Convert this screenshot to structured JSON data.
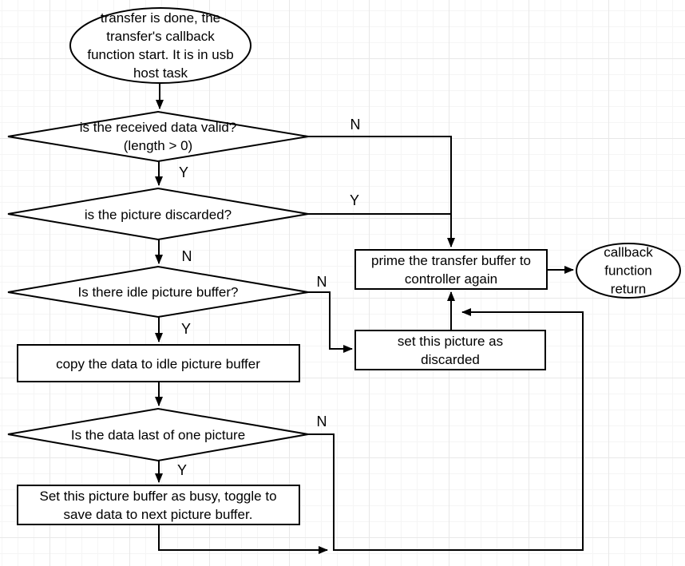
{
  "diagram": {
    "title": "usb transfer callback flowchart",
    "colors": {
      "stroke": "#000000",
      "node_fill": "#ffffff",
      "background": "#ffffff",
      "grid_minor": "#f5f5f5",
      "grid_major": "#e8e8e8"
    },
    "nodes": {
      "start": {
        "shape": "ellipse",
        "text": "transfer is done, the\ntransfer's callback\nfunction start. It is in usb\nhost task"
      },
      "check_valid": {
        "shape": "diamond",
        "text": "is the received data valid?\n(length > 0)"
      },
      "check_discarded": {
        "shape": "diamond",
        "text": "is the picture discarded?"
      },
      "check_idle_buffer": {
        "shape": "diamond",
        "text": "Is there idle picture buffer?"
      },
      "copy_data": {
        "shape": "rect",
        "text": "copy the data to idle picture buffer"
      },
      "check_last_data": {
        "shape": "diamond",
        "text": "Is the data last of one picture"
      },
      "set_busy": {
        "shape": "rect",
        "text": "Set this picture buffer as busy, toggle to\nsave data to next picture buffer."
      },
      "prime_transfer": {
        "shape": "rect",
        "text": "prime the transfer buffer to\ncontroller again"
      },
      "set_discarded": {
        "shape": "rect",
        "text": "set this picture as\ndiscarded"
      },
      "end": {
        "shape": "ellipse",
        "text": "callback\nfunction return"
      }
    },
    "edge_labels": {
      "valid_no": "N",
      "valid_yes": "Y",
      "discarded_yes": "Y",
      "discarded_no": "N",
      "idle_no": "N",
      "idle_yes": "Y",
      "last_no": "N",
      "last_yes": "Y"
    }
  }
}
